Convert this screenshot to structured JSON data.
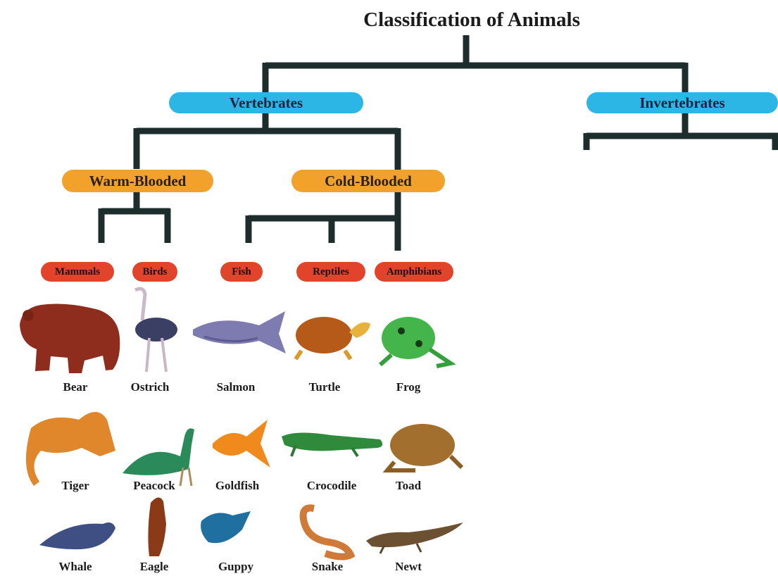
{
  "title": "Classification of Animals",
  "vertebrates": {
    "label": "Vertebrates",
    "warm_blooded": {
      "label": "Warm-Blooded",
      "mammals": "Mammals",
      "birds": "Birds"
    },
    "cold_blooded": {
      "label": "Cold-Blooded",
      "fish": "Fish",
      "reptiles": "Reptiles",
      "amphibians": "Amphibians"
    }
  },
  "invertebrates": {
    "label": "Invertebrates"
  },
  "animals": {
    "mammals": [
      "Bear",
      "Tiger",
      "Whale"
    ],
    "birds": [
      "Ostrich",
      "Peacock",
      "Eagle"
    ],
    "fish": [
      "Salmon",
      "Goldfish",
      "Guppy"
    ],
    "reptiles": [
      "Turtle",
      "Crocodile",
      "Snake"
    ],
    "amphibians": [
      "Frog",
      "Toad",
      "Newt"
    ]
  },
  "colors": {
    "connector": "#1d2d2c",
    "kingdom_pill": "#2bb6e6",
    "temperature_pill": "#f2a12b",
    "class_pill": "#e2432b"
  }
}
